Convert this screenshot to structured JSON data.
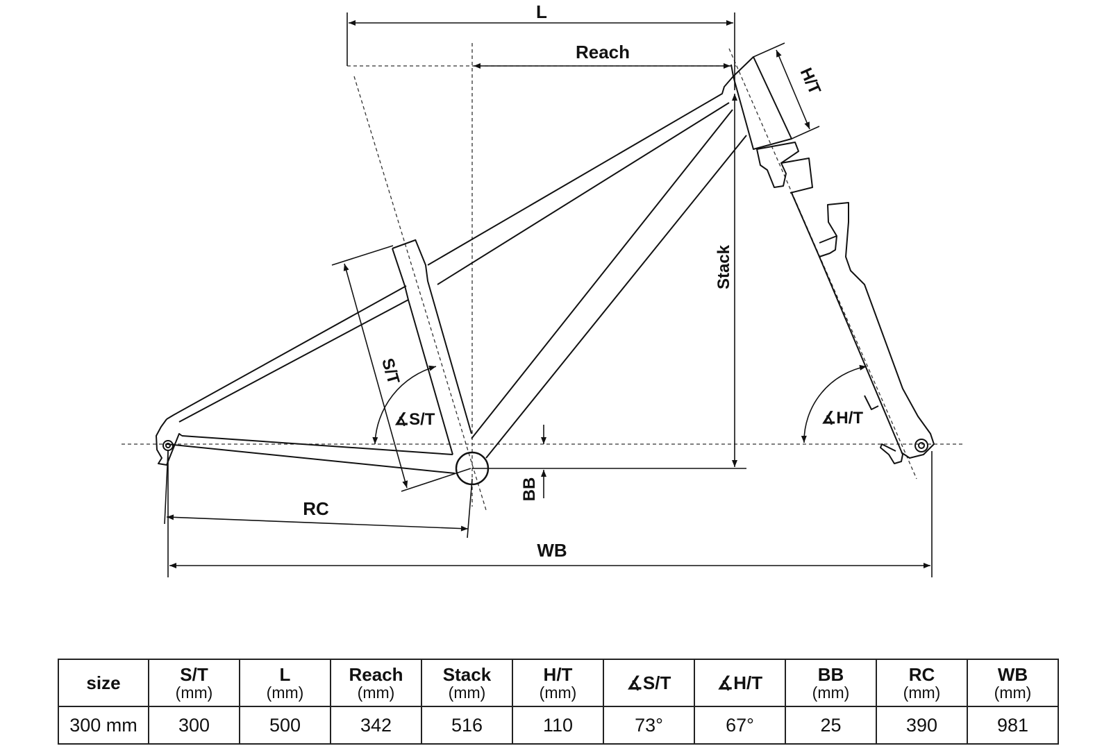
{
  "diagram": {
    "labels": {
      "L": "L",
      "reach": "Reach",
      "ht": "H/T",
      "stack": "Stack",
      "st": "S/T",
      "st_angle": "∡S/T",
      "ht_angle": "∡H/T",
      "bb": "BB",
      "rc": "RC",
      "wb": "WB"
    }
  },
  "table": {
    "headers": [
      {
        "label": "size",
        "unit": ""
      },
      {
        "label": "S/T",
        "unit": "(mm)"
      },
      {
        "label": "L",
        "unit": "(mm)"
      },
      {
        "label": "Reach",
        "unit": "(mm)"
      },
      {
        "label": "Stack",
        "unit": "(mm)"
      },
      {
        "label": "H/T",
        "unit": "(mm)"
      },
      {
        "label": "∡S/T",
        "unit": ""
      },
      {
        "label": "∡H/T",
        "unit": ""
      },
      {
        "label": "BB",
        "unit": "(mm)"
      },
      {
        "label": "RC",
        "unit": "(mm)"
      },
      {
        "label": "WB",
        "unit": "(mm)"
      }
    ],
    "rows": [
      [
        "300 mm",
        "300",
        "500",
        "342",
        "516",
        "110",
        "73°",
        "67°",
        "25",
        "390",
        "981"
      ]
    ]
  }
}
